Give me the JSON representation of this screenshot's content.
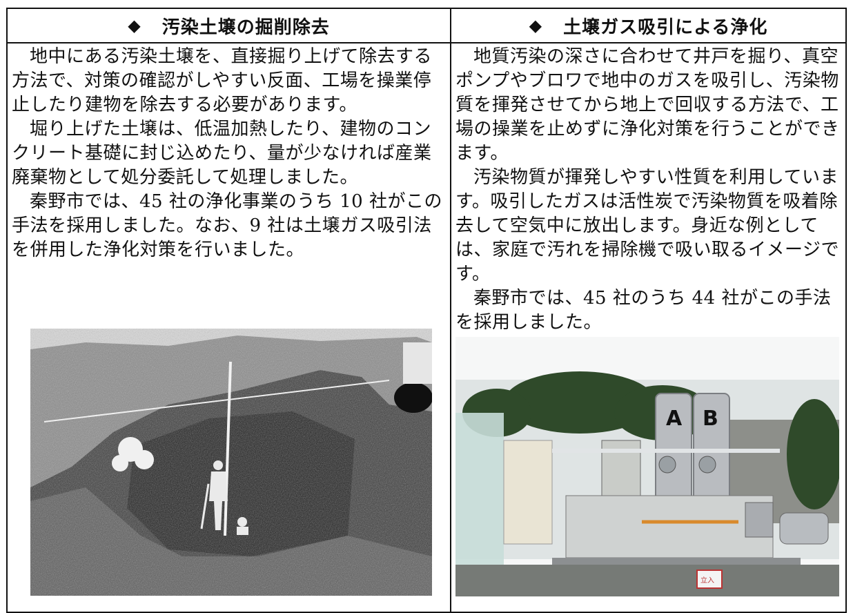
{
  "columns": [
    {
      "heading_icon": "◆",
      "heading": "汚染土壌の掘削除去",
      "paragraphs": [
        "地中にある汚染土壌を、直接掘り上げて除去する方法で、対策の確認がしやすい反面、工場を操業停止したり建物を除去する必要があります。",
        "堀り上げた土壌は、低温加熱したり、建物のコンクリート基礎に封じ込めたり、量が少なければ産業廃棄物として処分委託して処理しました。",
        "秦野市では、45 社の浄化事業のうち 10 社がこの手法を採用しました。なお、9 社は土壌ガス吸引法を併用した浄化対策を行いました。"
      ]
    },
    {
      "heading_icon": "◆",
      "heading": "土壌ガス吸引による浄化",
      "paragraphs": [
        "地質汚染の深さに合わせて井戸を掘り、真空ポンプやブロワで地中のガスを吸引し、汚染物質を揮発させてから地上で回収する方法で、工場の操業を止めずに浄化対策を行うことができます。",
        "汚染物質が揮発しやすい性質を利用しています。吸引したガスは活性炭で汚染物質を吸着除去して空気中に放出します。身近な例としては、家庭で汚れを掃除機で吸い取るイメージです。",
        "秦野市では、45 社のうち 44 社がこの手法を採用しました。"
      ]
    }
  ],
  "photo_right_labels": {
    "tank_a": "A",
    "tank_b": "B",
    "sign": "立入"
  },
  "colors": {
    "border": "#111111",
    "photo_left_dark": "#2a2a2a",
    "sky": "#e8eef0",
    "tree": "#2f4a2a",
    "tank": "#b9bcc0",
    "panel": "#c9ccc8"
  }
}
